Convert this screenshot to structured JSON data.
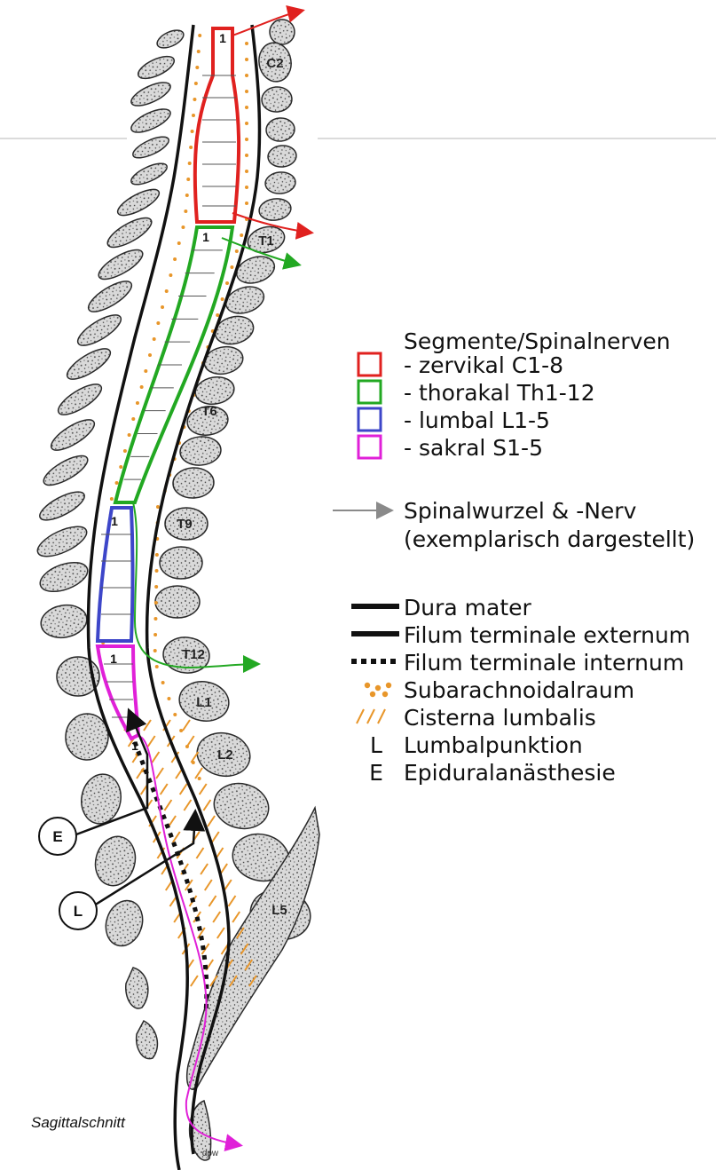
{
  "colors": {
    "cervical": "#e0211f",
    "thoracic": "#22a822",
    "lumbar": "#3d46c9",
    "sacral": "#e020d8",
    "csf_dots": "#e8962a",
    "hatch": "#e8962a",
    "gray_arrow": "#8a8a8a",
    "bone_fill": "#d9d9d9",
    "bone_stroke": "#2a2a2a"
  },
  "vertebra_labels": {
    "c2": "C2",
    "t1": "T1",
    "t6": "T6",
    "t9": "T9",
    "t12": "T12",
    "l1": "L1",
    "l2": "L2",
    "l5": "L5"
  },
  "segment_start_labels": {
    "cervical": "1",
    "thoracic": "1",
    "lumbar": "1",
    "sacral": "1",
    "coccygeal": "1"
  },
  "puncture_labels": {
    "epidural": "E",
    "lumbar_puncture": "L"
  },
  "small_label": "dpw",
  "caption": "Sagittalschnitt",
  "legend": {
    "segments_title": "Segmente/Spinalnerven",
    "segments": [
      {
        "label": "- zervikal C1-8",
        "color_key": "cervical"
      },
      {
        "label": "- thorakal Th1-12",
        "color_key": "thoracic"
      },
      {
        "label": "- lumbal L1-5",
        "color_key": "lumbar"
      },
      {
        "label": "- sakral S1-5",
        "color_key": "sacral"
      }
    ],
    "root_line1": "Spinalwurzel & -Nerv",
    "root_line2": "(exemplarisch dargestellt)",
    "structures": [
      {
        "symbol": "thick-line",
        "label": "Dura mater"
      },
      {
        "symbol": "thick-line",
        "label": "Filum terminale externum"
      },
      {
        "symbol": "dotted-line",
        "label": "Filum terminale internum"
      },
      {
        "symbol": "dots",
        "label": "Subarachnoidalraum"
      },
      {
        "symbol": "hatch",
        "label": "Cisterna lumbalis"
      },
      {
        "symbol": "letter-L",
        "letter": "L",
        "label": "Lumbalpunktion"
      },
      {
        "symbol": "letter-E",
        "letter": "E",
        "label": "Epiduralanästhesie"
      }
    ]
  }
}
